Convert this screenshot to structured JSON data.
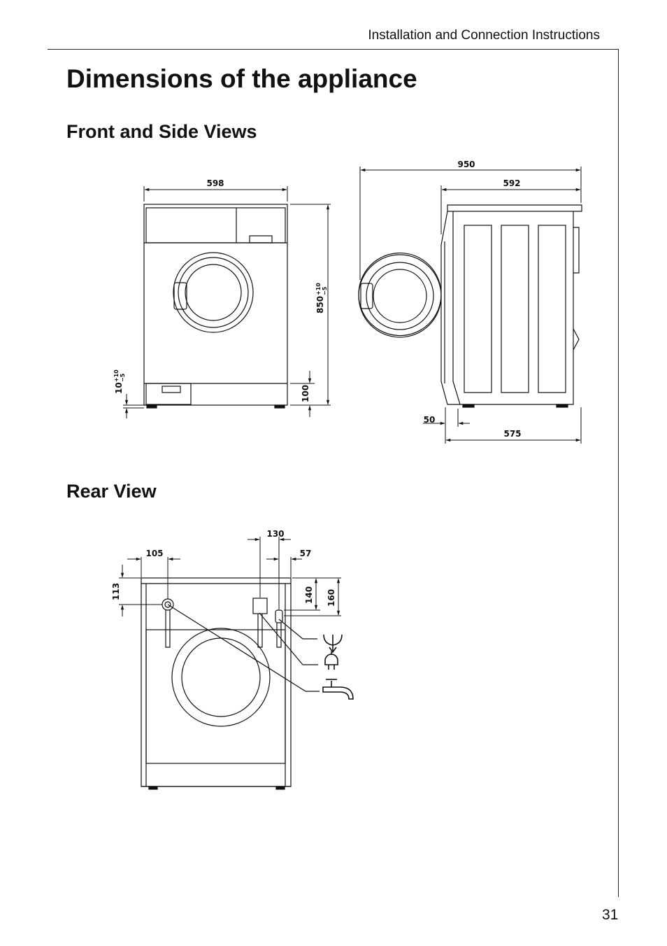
{
  "header": {
    "running_head": "Installation and Connection Instructions"
  },
  "page_title": "Dimensions of the appliance",
  "sections": {
    "front_side": {
      "title": "Front and Side Views"
    },
    "rear": {
      "title": "Rear View"
    }
  },
  "dimensions": {
    "front": {
      "width": "598",
      "height": "850",
      "height_tol_plus": "+10",
      "height_tol_minus": "−5",
      "plinth": "100",
      "feet": "10",
      "feet_tol_plus": "+10",
      "feet_tol_minus": "−5"
    },
    "side": {
      "depth_door_open": "950",
      "depth_top": "592",
      "door_offset": "50",
      "depth_base": "575"
    },
    "rear": {
      "drain_from_side": "105",
      "drain_from_top": "113",
      "spacing": "130",
      "inlet_from_side": "57",
      "inlet_from_top": "140",
      "inlet_total": "160"
    }
  },
  "page_number": "31"
}
